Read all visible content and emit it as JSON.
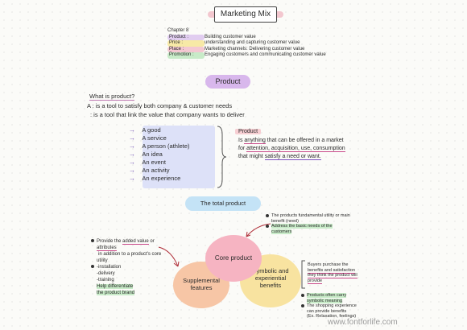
{
  "title": "Marketing Mix",
  "chapter": {
    "heading": "Chapter 8",
    "rows": [
      {
        "key": "Product :",
        "value": "Building customer value"
      },
      {
        "key": "Price :",
        "value": "understanding and capturing customer value"
      },
      {
        "key": "Place :",
        "value": "Marketing channels: Delivering customer value"
      },
      {
        "key": "Promotion :",
        "value": "Engaging customers and communicating customer value"
      }
    ]
  },
  "product_pill": "Product",
  "what_is": {
    "question": "What is product?",
    "answer1": "A : is a tool to satisfy both company & customer needs",
    "answer2": ": is a tool that link the value that company wants to deliver"
  },
  "list_items": [
    "A good",
    "A service",
    "A person (athlete)",
    "An idea",
    "An event",
    "An activity",
    "An experience"
  ],
  "arrow_glyph": "→",
  "definition": {
    "label": "Product",
    "line1a": "Is ",
    "line1b": "anything",
    "line1c": " that can be offered in a market",
    "line2a": "for ",
    "line2b": "attention, acquisition, use, consumption",
    "line3a": "that might ",
    "line3b": "satisfy a need or want."
  },
  "total_pill": "The total product",
  "circles": {
    "core": "Core product",
    "supp_line1": "Supplemental",
    "supp_line2": "features",
    "sym_line1": "Symbolic and",
    "sym_line2": "experiential",
    "sym_line3": "benefits"
  },
  "left_notes": {
    "n1a": "Provide the ",
    "n1b": "added value",
    "n1c": " or",
    "n2": "attributes",
    "n3": "in addition to a product's core",
    "n4": "utility",
    "n5": "-installation",
    "n6": "-delivery",
    "n7": "-training",
    "n8": "Help differentiate",
    "n9": "the product brand"
  },
  "top_notes": {
    "t1": "The products fundamental utility or main",
    "t2": "benefit (need)",
    "t3": "Address the basic needs of the",
    "t4": "customers"
  },
  "buyers_note": {
    "b1": "Buyers purchase the",
    "b2": "benefits and satisfaction",
    "b3": "they think the product will",
    "b4": "provide"
  },
  "bottom_notes": {
    "p1": "Products often carry",
    "p2": "symbolic meaning",
    "p3": "The shopping experience",
    "p4": "can provide benefits",
    "p5": "(Ex. Relaxation, feelings)"
  },
  "watermark": "www.fontforlife.com",
  "colors": {
    "purple_pill": "#d8b7ec",
    "blue_pill": "#c4e3f6",
    "core": "#f6b4c2",
    "supplemental": "#f7c6a6",
    "symbolic": "#f8e3a0",
    "list_box": "#dde1f8"
  }
}
